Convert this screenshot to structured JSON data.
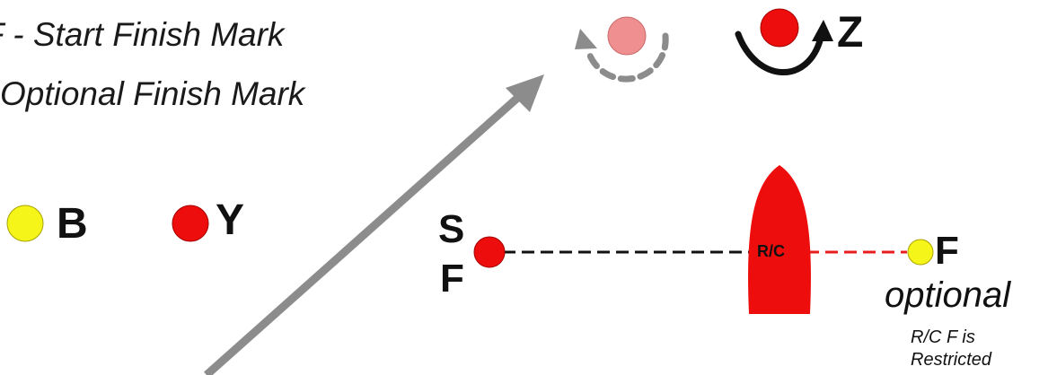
{
  "legend": {
    "start_finish": "F - Start Finish Mark",
    "optional_finish": "Optional Finish Mark"
  },
  "marks": {
    "b_label": "B",
    "y_label": "Y",
    "z_label": "Z"
  },
  "start_line": {
    "s_label": "S",
    "f_label": "F",
    "boat_label": "R/C"
  },
  "optional_finish": {
    "f_label": "F",
    "optional_label": "optional",
    "note_line1": "R/C F is",
    "note_line2": "Restricted"
  },
  "colors": {
    "red": "#ee0d0d",
    "yellow": "#f6f51a",
    "faded_red": "#f08f8f",
    "grey": "#8c8c8c",
    "black": "#111111",
    "dashed_red": "#e81e1e"
  }
}
